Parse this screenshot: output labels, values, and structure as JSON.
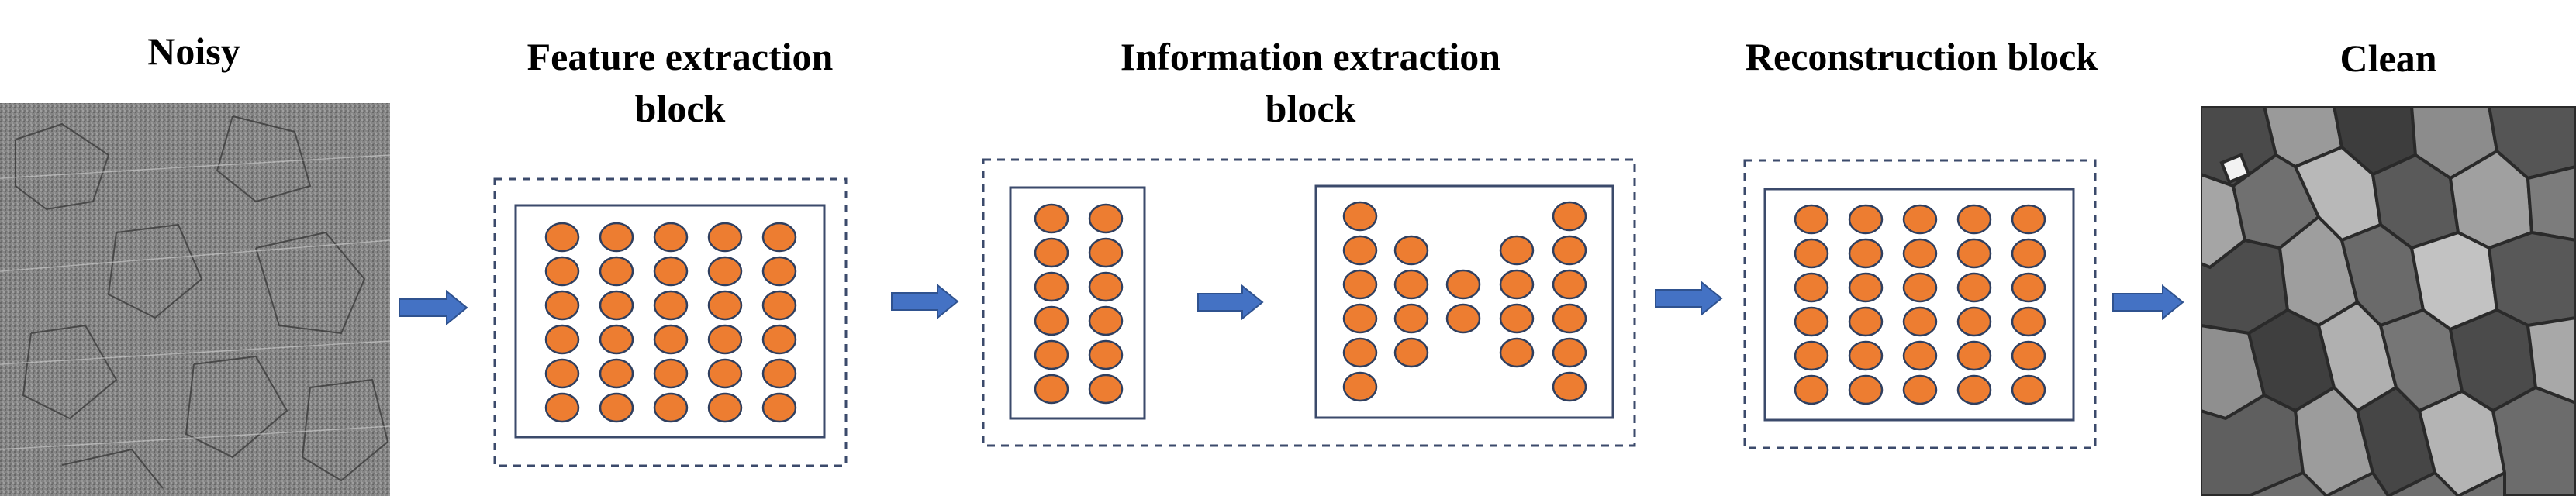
{
  "labels": {
    "noisy": "Noisy",
    "feature_line1": "Feature extraction",
    "feature_line2": "block",
    "information_line1": "Information extraction",
    "information_line2": "block",
    "reconstruction": "Reconstruction block",
    "clean": "Clean"
  },
  "colors": {
    "node_fill": "#ED7D31",
    "node_stroke": "#2F3F5F",
    "arrow": "#4472C4",
    "dashed_border": "#3B4A6B",
    "solid_border": "#3B4A6B"
  },
  "blocks": {
    "feature_extraction": {
      "columns": 5,
      "rows": 6
    },
    "information_extraction_left": {
      "columns": 2,
      "rows": 6
    },
    "information_extraction_right": {
      "column_node_counts": [
        6,
        4,
        2,
        4,
        6
      ]
    },
    "reconstruction": {
      "columns": 5,
      "rows": 6
    }
  },
  "images": {
    "noisy": "noisy-microstructure-image",
    "clean": "clean-segmented-grain-image"
  }
}
